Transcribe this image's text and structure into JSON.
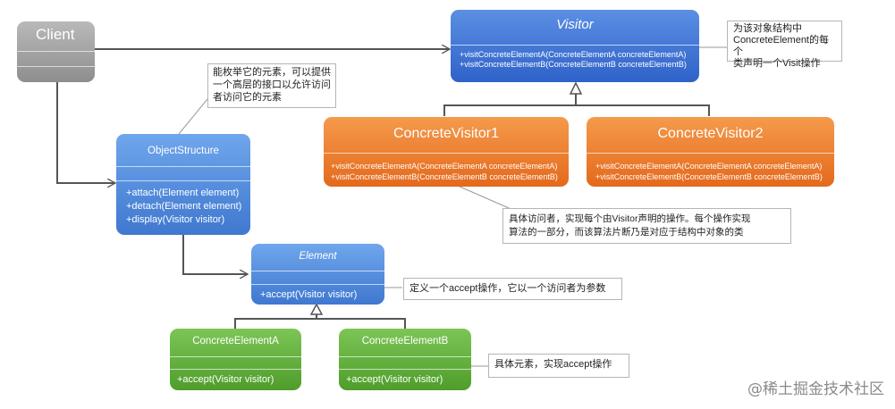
{
  "client": {
    "title": "Client"
  },
  "visitor": {
    "title": "Visitor",
    "methods": [
      "+visitConcreteElementA(ConcreteElementA concreteElementA)",
      "+visitConcreteElementB(ConcreteElementB concreteElementB)"
    ]
  },
  "visitor_note": {
    "lines": [
      "为该对象结构中",
      "ConcreteElement的每个",
      "类声明一个Visit操作"
    ]
  },
  "concrete_visitor1": {
    "title": "ConcreteVisitor1",
    "methods": [
      "+visitConcreteElementA(ConcreteElementA concreteElementA)",
      "+visitConcreteElementB(ConcreteElementB concreteElementB)"
    ]
  },
  "concrete_visitor2": {
    "title": "ConcreteVisitor2",
    "methods": [
      "+visitConcreteElementA(ConcreteElementA concreteElementA)",
      "+visitConcreteElementB(ConcreteElementB concreteElementB)"
    ]
  },
  "concrete_visitor_note": {
    "lines": [
      "具体访问者，实现每个由Visitor声明的操作。每个操作实现",
      "算法的一部分，而该算法片断乃是对应于结构中对象的类"
    ]
  },
  "object_structure": {
    "title": "ObjectStructure",
    "methods": [
      "+attach(Element element)",
      "+detach(Element element)",
      "+display(Visitor visitor)"
    ]
  },
  "object_structure_note": {
    "lines": [
      "能枚举它的元素，可以提供",
      "一个高层的接口以允许访问",
      "者访问它的元素"
    ]
  },
  "element": {
    "title": "Element",
    "methods": [
      "+accept(Visitor visitor)"
    ]
  },
  "element_note": {
    "lines": [
      "定义一个accept操作，它以一个访问者为参数"
    ]
  },
  "concrete_element_a": {
    "title": "ConcreteElementA",
    "methods": [
      "+accept(Visitor visitor)"
    ]
  },
  "concrete_element_b": {
    "title": "ConcreteElementB",
    "methods": [
      "+accept(Visitor visitor)"
    ]
  },
  "concrete_element_note": {
    "lines": [
      "具体元素，实现accept操作"
    ]
  },
  "watermark": "@稀土掘金技术社区",
  "colors": {
    "client": "#9e9e9e",
    "visitor": "#3f78cf",
    "object_structure": "#5b93e0",
    "concrete_visitor": "#ec7a2e",
    "concrete_element": "#5fae38",
    "connector": "#555555"
  }
}
